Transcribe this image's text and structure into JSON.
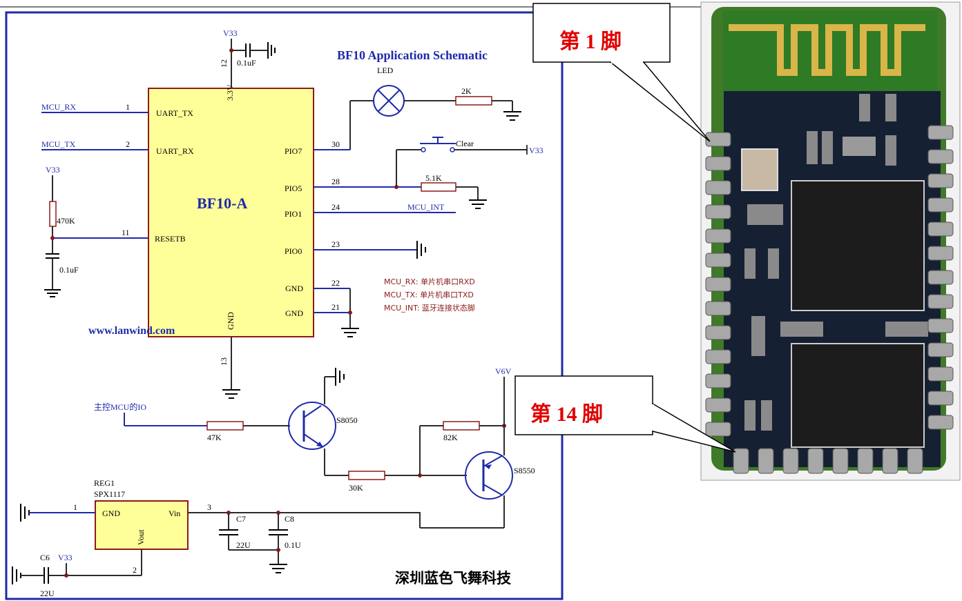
{
  "schematic": {
    "title": "BF10 Application Schematic",
    "chip_name": "BF10-A",
    "website": "www.lanwind.com",
    "company": "深圳蓝色飞舞科技",
    "pins": {
      "uart_tx": "UART_TX",
      "uart_rx": "UART_RX",
      "resetb": "RESETB",
      "pio7": "PIO7",
      "pio5": "PIO5",
      "pio1": "PIO1",
      "pio0": "PIO0",
      "gnd": "GND",
      "v33": "3.3V"
    },
    "pin_numbers": {
      "p1": "1",
      "p2": "2",
      "p11": "11",
      "p12": "12",
      "p13": "13",
      "p30": "30",
      "p28": "28",
      "p24": "24",
      "p23": "23",
      "p22": "22",
      "p21": "21",
      "reg1": "1",
      "reg2": "2",
      "reg3": "3"
    },
    "nets": {
      "mcu_rx": "MCU_RX",
      "mcu_tx": "MCU_TX",
      "mcu_int": "MCU_INT",
      "v33": "V33",
      "v6v": "V6V",
      "host_io": "主控MCU的IO"
    },
    "components": {
      "cap_top": "0.1uF",
      "res_reset": "470K",
      "cap_reset": "0.1uF",
      "led": "LED",
      "res_led": "2K",
      "button": "Clear",
      "res_pio5": "5.1K",
      "res_47k": "47K",
      "q1": "S8050",
      "res_82k": "82K",
      "res_30k": "30K",
      "q2": "S8550",
      "reg_ref": "REG1",
      "reg_part": "SPX1117",
      "reg_gnd": "GND",
      "reg_vin": "Vin",
      "reg_vout": "Vout",
      "c7": "C7",
      "c7_val": "22U",
      "c8": "C8",
      "c8_val": "0.1U",
      "c6": "C6",
      "c6_val": "22U"
    },
    "notes": [
      "MCU_RX:  单片机串口RXD",
      "MCU_TX:  单片机串口TXD",
      "MCU_INT:  蓝牙连接状态脚"
    ]
  },
  "photo": {
    "callout_pin1": "第 1 脚",
    "callout_pin14": "第 14 脚"
  }
}
